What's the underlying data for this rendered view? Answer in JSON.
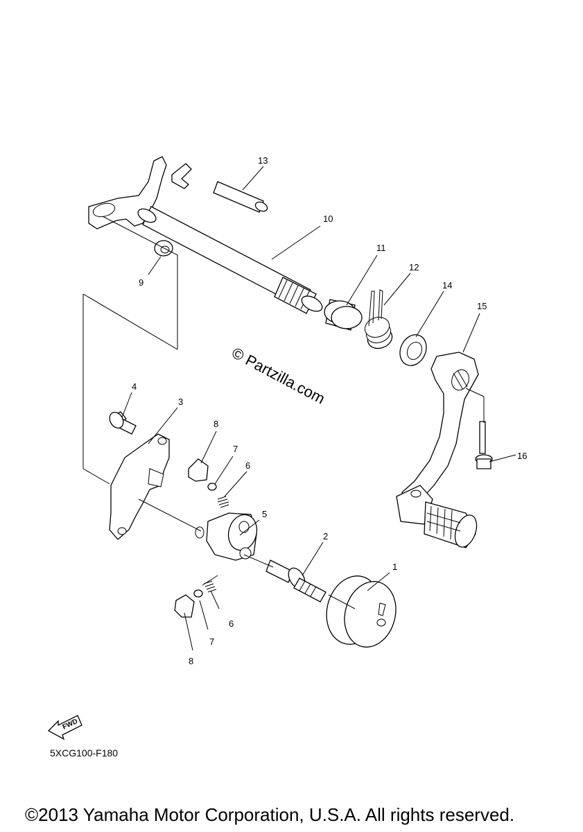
{
  "diagram": {
    "watermark": "© Partzilla.com",
    "diagram_code": "5XCG100-F180",
    "fwd_label": "FWD",
    "copyright": "©2013 Yamaha Motor Corporation, U.S.A. All rights reserved."
  },
  "callouts": [
    {
      "id": "c1",
      "number": "1"
    },
    {
      "id": "c2",
      "number": "2"
    },
    {
      "id": "c3",
      "number": "3"
    },
    {
      "id": "c4",
      "number": "4"
    },
    {
      "id": "c5",
      "number": "5"
    },
    {
      "id": "c6a",
      "number": "6"
    },
    {
      "id": "c6b",
      "number": "6"
    },
    {
      "id": "c7a",
      "number": "7"
    },
    {
      "id": "c7b",
      "number": "7"
    },
    {
      "id": "c8a",
      "number": "8"
    },
    {
      "id": "c8b",
      "number": "8"
    },
    {
      "id": "c9",
      "number": "9"
    },
    {
      "id": "c10",
      "number": "10"
    },
    {
      "id": "c11",
      "number": "11"
    },
    {
      "id": "c12",
      "number": "12"
    },
    {
      "id": "c13",
      "number": "13"
    },
    {
      "id": "c14",
      "number": "14"
    },
    {
      "id": "c15",
      "number": "15"
    },
    {
      "id": "c16",
      "number": "16"
    }
  ]
}
